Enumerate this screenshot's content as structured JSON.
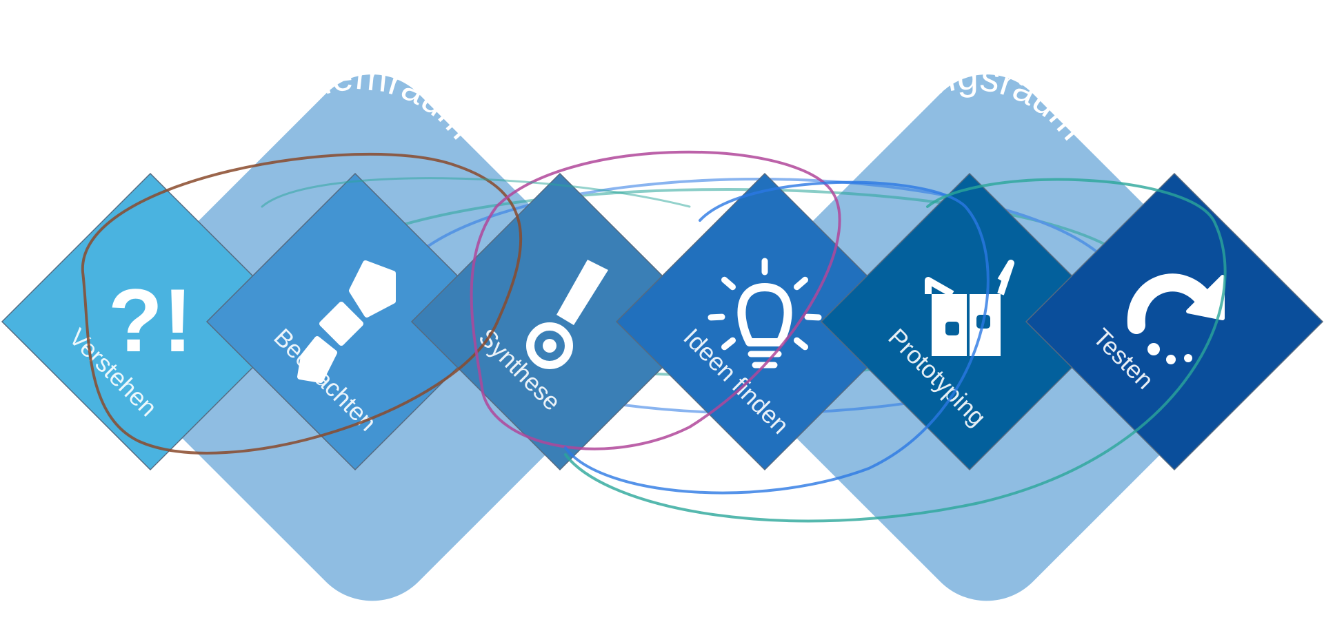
{
  "spaces": [
    {
      "id": "problem",
      "label": "Problemraum"
    },
    {
      "id": "solution",
      "label": "Lösungsraum"
    }
  ],
  "phases": [
    {
      "id": "verstehen",
      "label": "Verstehen",
      "icon": "question-exclamation-icon",
      "color": "#4ab3e0"
    },
    {
      "id": "beobachten",
      "label": "Beobachten",
      "icon": "footprints-icon",
      "color": "#4394d2"
    },
    {
      "id": "synthese",
      "label": "Synthese",
      "icon": "marker-pin-icon",
      "color": "#3a7fb6"
    },
    {
      "id": "ideen",
      "label": "Ideen finden",
      "icon": "lightbulb-icon",
      "color": "#2170bd"
    },
    {
      "id": "prototyping",
      "label": "Prototyping",
      "icon": "cardboard-box-icon",
      "color": "#03609c"
    },
    {
      "id": "testen",
      "label": "Testen",
      "icon": "curved-arrow-icon",
      "color": "#0a4e9b"
    }
  ],
  "colors": {
    "space_fill": "#8fbde2",
    "loop_brown": "#8a4a2c",
    "loop_magenta": "#b0479a",
    "loop_teal": "#2aa69a",
    "loop_blue": "#2a78e4"
  }
}
